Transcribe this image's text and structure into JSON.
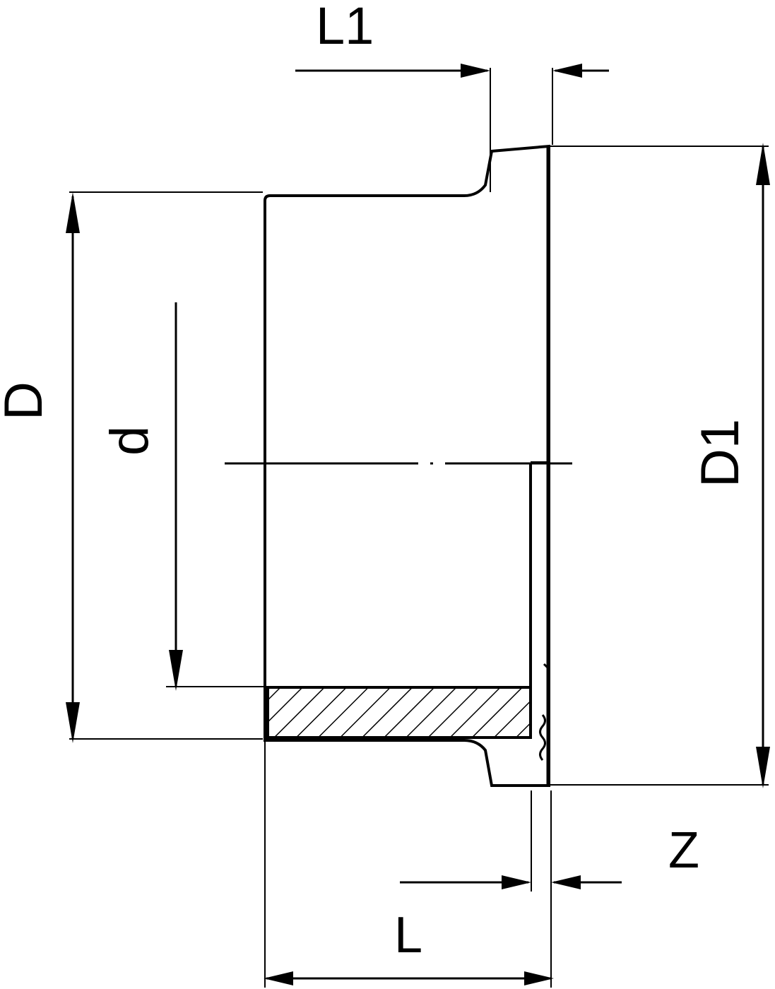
{
  "drawing": {
    "type": "technical-drawing",
    "subject": "flange adapter / stub end cross-section",
    "view": "sectional side view",
    "units": "mm (not annotated)"
  },
  "dimension_labels": [
    {
      "id": "L1",
      "text": "L1",
      "orientation": "horizontal",
      "position": "top-left",
      "measures": "length from pipe end to flange face shoulder"
    },
    {
      "id": "D",
      "text": "D",
      "orientation": "vertical-rotated",
      "position": "left-outer",
      "measures": "outer diameter of pipe body"
    },
    {
      "id": "d",
      "text": "d",
      "orientation": "vertical-rotated",
      "position": "left-inner",
      "measures": "inner bore diameter"
    },
    {
      "id": "D1",
      "text": "D1",
      "orientation": "vertical-rotated",
      "position": "right-outer",
      "measures": "outer diameter of flange collar"
    },
    {
      "id": "Z",
      "text": "Z",
      "orientation": "horizontal",
      "position": "bottom-right",
      "measures": "flange collar thickness"
    },
    {
      "id": "L",
      "text": "L",
      "orientation": "horizontal",
      "position": "bottom-center",
      "measures": "overall length"
    }
  ],
  "annotations": {
    "hatching": "section hatching on lower wall of pipe body",
    "centerline": "dash-dot horizontal axis of revolution"
  },
  "colors": {
    "line": "#000000",
    "background": "#ffffff"
  }
}
